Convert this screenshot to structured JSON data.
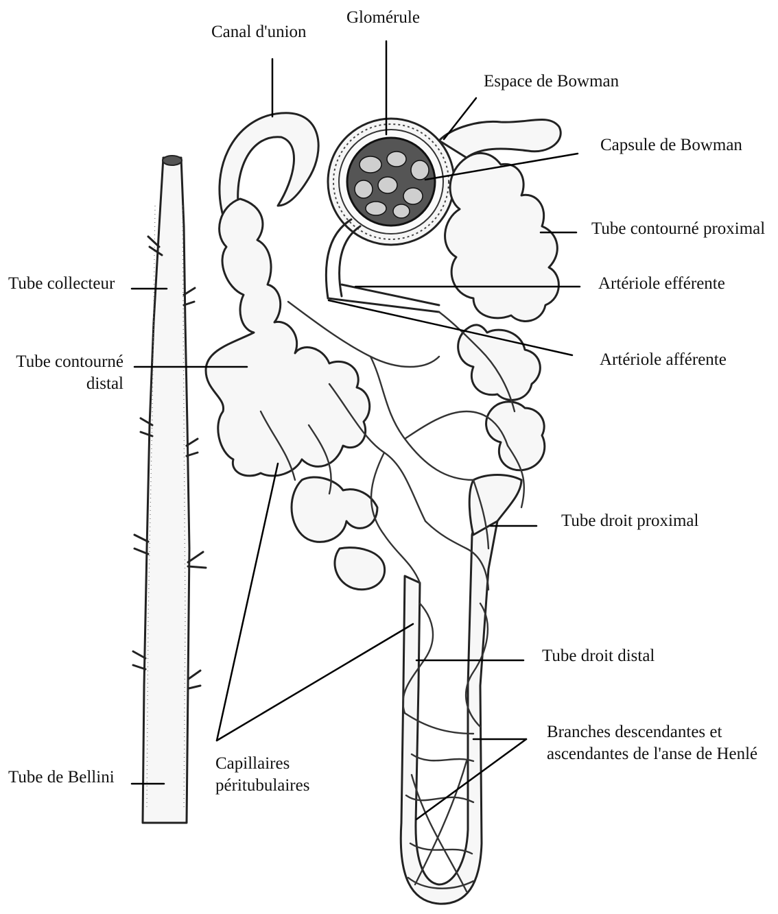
{
  "labels": {
    "glomerule": "Glomérule",
    "canal_union": "Canal d'union",
    "espace_bowman": "Espace de Bowman",
    "capsule_bowman": "Capsule de Bowman",
    "tube_contourne_proximal": "Tube contourné proximal",
    "tube_collecteur": "Tube collecteur",
    "arteriole_efferente": "Artériole efférente",
    "tube_contourne_distal_1": "Tube contourné",
    "tube_contourne_distal_2": "distal",
    "arteriole_afferente": "Artériole afférente",
    "tube_droit_proximal": "Tube droit proximal",
    "tube_droit_distal": "Tube droit distal",
    "branches_henle_1": "Branches descendantes et",
    "branches_henle_2": "ascendantes de l'anse de Henlé",
    "capillaires_1": "Capillaires",
    "capillaires_2": "péritubulaires",
    "tube_bellini": "Tube de Bellini"
  }
}
